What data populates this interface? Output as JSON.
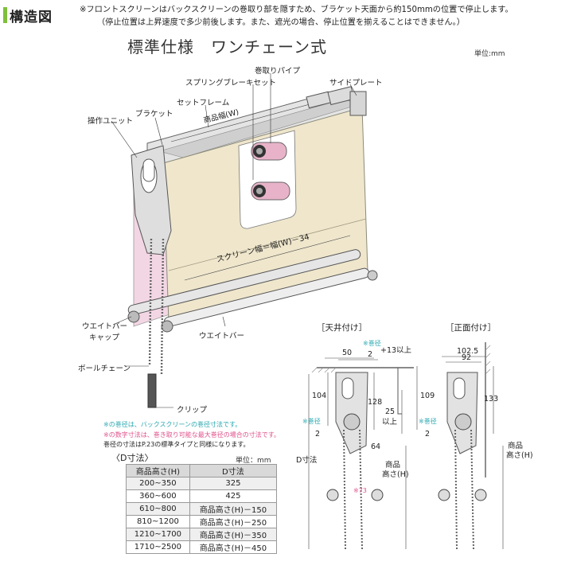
{
  "header": {
    "badge": "構造図",
    "note_line1": "※フロントスクリーンはバックスクリーンの巻取り部を隠すため、ブラケット天面から約150mmの位置で停止します。",
    "note_line2": "（停止位置は上昇速度で多少前後します。また、遮光の場合、停止位置を揃えることはできません。）"
  },
  "main": {
    "title": "標準仕様　ワンチェーン式",
    "unit": "単位:mm",
    "labels": {
      "pipe": "巻取りパイプ",
      "spring_brake": "スプリングブレーキセット",
      "side_plate": "サイドプレート",
      "bracket": "ブラケット",
      "set_frame": "セットフレーム",
      "product_width": "商品幅(W)",
      "control_unit": "操作ユニット",
      "screen_width": "スクリーン幅＝幅(W)－34",
      "weight_bar_cap_1": "ウエイトバー",
      "weight_bar_cap_2": "キャップ",
      "weight_bar": "ウエイトバー",
      "ball_chain": "ボールチェーン",
      "clip": "クリップ"
    },
    "notes": {
      "note1": "※の巻径は、バックスクリーンの巻径寸法です。",
      "note2": "※の数字寸法は、巻き取り可能な最大巻径の場合の寸法です。",
      "note3": "巻径の寸法はP.23の標準タイプと同様になります。"
    }
  },
  "ceiling": {
    "title": "［天井付け］",
    "d50": "50",
    "d2": "2",
    "d13": "+13以上",
    "maki": "※巻径",
    "d104": "104",
    "d128": "128",
    "d25_1": "25",
    "d25_2": "以上",
    "maki2": "※巻径",
    "d2b": "2",
    "d64": "64",
    "product_h_1": "商品",
    "product_h_2": "高さ(H)",
    "d_size": "D寸法",
    "d73": "※73"
  },
  "front": {
    "title": "［正面付け］",
    "d1025": "102.5",
    "d92": "92",
    "d109": "109",
    "d133": "133",
    "maki": "※巻径",
    "d2": "2",
    "product_h_1": "商品",
    "product_h_2": "高さ(H)"
  },
  "dtable": {
    "caption": "〈D寸法〉",
    "unit": "単位：mm",
    "header": [
      "商品高さ(H)",
      "D寸法"
    ],
    "rows": [
      [
        "200~350",
        "325"
      ],
      [
        "360~600",
        "425"
      ],
      [
        "610~800",
        "商品高さ(H)－150"
      ],
      [
        "810~1200",
        "商品高さ(H)－250"
      ],
      [
        "1210~1700",
        "商品高さ(H)－350"
      ],
      [
        "1710~2500",
        "商品高さ(H)－450"
      ]
    ]
  },
  "colors": {
    "screen_front": "#efe6cc",
    "screen_back": "#f3d6e4",
    "frame": "#d8d8d8",
    "accent_pink": "#e0508a",
    "accent_teal": "#2aa8b0",
    "badge_green": "#7fbf3a"
  }
}
